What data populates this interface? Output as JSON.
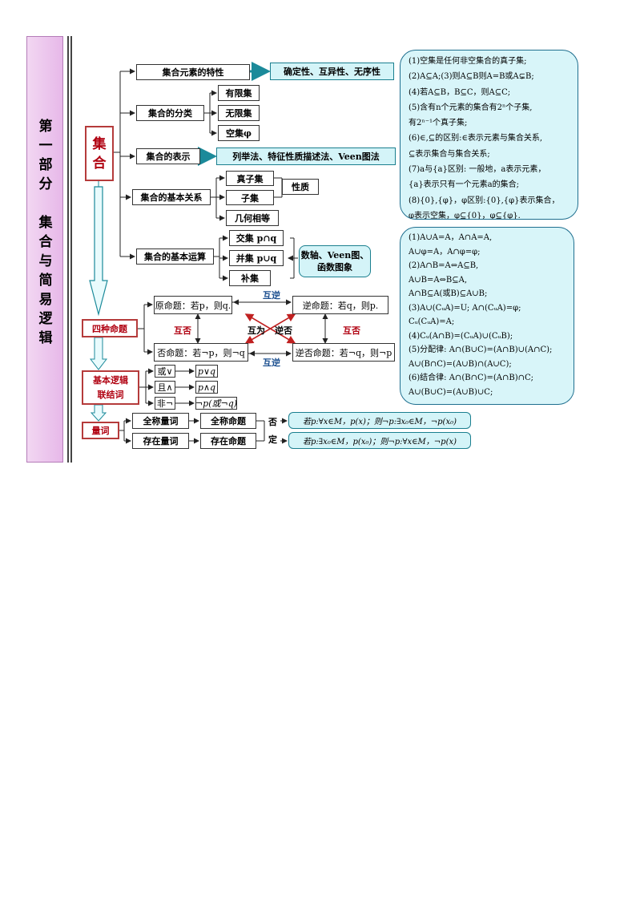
{
  "sidebar": {
    "chars": [
      "第",
      "一",
      "部",
      "分",
      "",
      "集",
      "合",
      "与",
      "简",
      "易",
      "逻",
      "辑"
    ]
  },
  "sets": {
    "main_title": "集合",
    "char1": "集",
    "char2": "合",
    "properties_label": "集合元素的特性",
    "properties_value": "确定性、互异性、无序性",
    "classification_label": "集合的分类",
    "finite": "有限集",
    "infinite": "无限集",
    "empty": "空集φ",
    "representation_label": "集合的表示",
    "representation_value": "列举法、特征性质描述法、Veen图法",
    "relations_label": "集合的基本关系",
    "proper_subset": "真子集",
    "subset": "子集",
    "equal": "几何相等",
    "relation_property": "性质",
    "operations_label": "集合的基本运算",
    "intersection": "交集 p∩q",
    "union": "并集 p∪q",
    "complement": "补集",
    "operations_methods": [
      "数轴、Veen图、",
      "函数图象"
    ]
  },
  "note_box_1": [
    "(1)空集是任何非空集合的真子集;",
    "(2)A⊆A;(3)则A⊆B则A=B或A⊊B;",
    "(4)若A⊆B，B⊆C，则A⊆C;",
    "(5)含有n个元素的集合有2ⁿ个子集,",
    "有2ⁿ⁻¹个真子集;",
    "(6)∈,⊆的区别:∈表示元素与集合关系,",
    "⊆表示集合与集合关系;",
    "(7)a与{a}区别: 一般地，a表示元素，",
    "{a}表示只有一个元素a的集合;",
    "(8){0},{φ}，φ区别:{0},{φ}表示集合，",
    "φ表示空集，φ⊆{0}，φ⊆{φ}."
  ],
  "note_box_2": [
    "(1)A∪A=A，A∩A=A,",
    "A∪φ=A，A∩φ=φ;",
    "(2)A∩B=A⇔A⊆B,",
    "A∪B=A⇔B⊆A,",
    "A∩B⊆A(或B)⊆A∪B;",
    "(3)A∪(CᵤA)=U; A∩(CᵤA)=φ;",
    "Cᵤ(CᵤA)=A;",
    "(4)Cᵤ(A∩B)=(CᵤA)∪(CᵤB);",
    "(5)分配律: A∩(B∪C)=(A∩B)∪(A∩C);",
    "A∪(B∩C)=(A∪B)∩(A∪C);",
    "(6)结合律: A∩(B∩C)=(A∩B)∩C;",
    "A∪(B∪C)=(A∪B)∪C;"
  ],
  "propositions": {
    "title": "四种命题",
    "original": "原命题：若p，则q.",
    "converse": "逆命题：若q，则p.",
    "inverse": "否命题：若¬p，则¬q",
    "contrapositive": "逆否命题：若¬q，则¬p",
    "mutual_converse": "互逆",
    "mutual_negation": "互否",
    "mutual_contra_1": "互为",
    "mutual_contra_2": "逆否"
  },
  "logic": {
    "title1": "基本逻辑",
    "title2": "联结词",
    "or": "或∨",
    "and": "且∧",
    "not": "非¬",
    "or_expr": "p∨q",
    "and_expr": "p∧q",
    "not_expr": "¬p(或¬q)"
  },
  "quantifiers": {
    "title": "量词",
    "universal": "全称量词",
    "universal_prop": "全称命题",
    "existential": "存在量词",
    "existential_prop": "存在命题",
    "negation_1": "否",
    "negation_2": "定",
    "universal_neg": "若p:∀x∈M，p(x)；则¬p:∃x₀∈M，¬p(x₀)",
    "existential_neg": "若p:∃x₀∈M，p(x₀)；则¬p:∀x∈M，¬p(x)"
  }
}
